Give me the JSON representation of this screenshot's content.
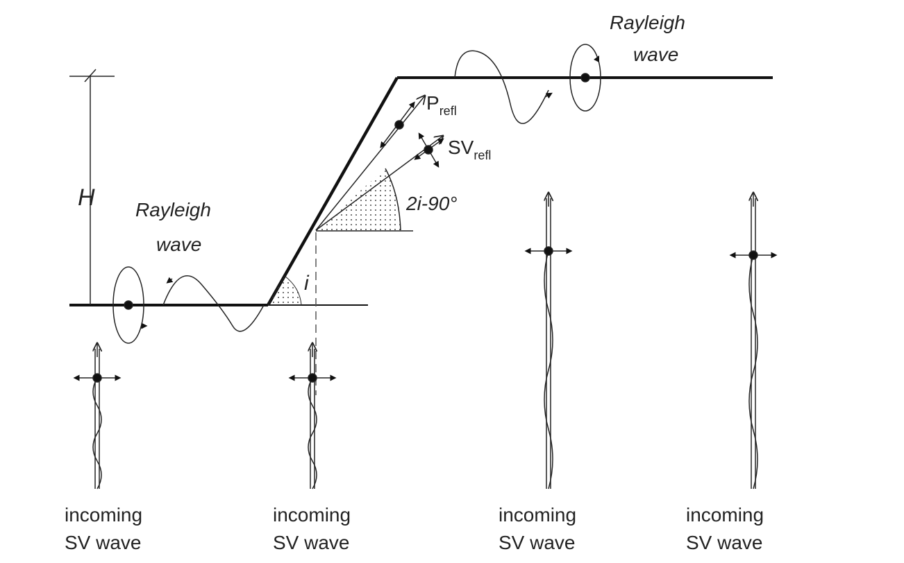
{
  "labels": {
    "height": "H",
    "rayleigh_left_1": "Rayleigh",
    "rayleigh_left_2": "wave",
    "rayleigh_right_1": "Rayleigh",
    "rayleigh_right_2": "wave",
    "p_refl_main": "P",
    "p_refl_sub": "refl",
    "sv_refl_main": "SV",
    "sv_refl_sub": "refl",
    "angle_reflection": "2i-90°",
    "angle_incidence": "i"
  },
  "incoming_waves": [
    {
      "line1": "incoming",
      "line2": "SV wave"
    },
    {
      "line1": "incoming",
      "line2": "SV wave"
    },
    {
      "line1": "incoming",
      "line2": "SV wave"
    },
    {
      "line1": "incoming",
      "line2": "SV wave"
    }
  ]
}
